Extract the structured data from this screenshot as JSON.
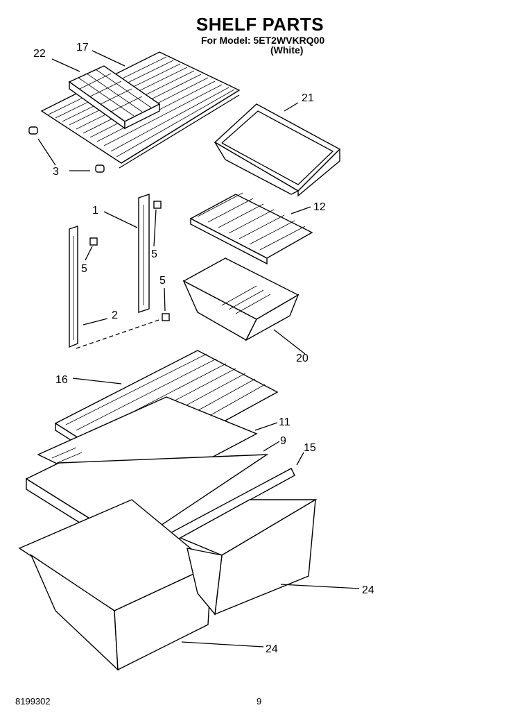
{
  "header": {
    "title": "SHELF PARTS",
    "model_line": "For Model: 5ET2WVKRQ00",
    "color_line": "(White)"
  },
  "callouts": {
    "c22": "22",
    "c17": "17",
    "c21": "21",
    "c3": "3",
    "c1": "1",
    "c12": "12",
    "c5a": "5",
    "c5b": "5",
    "c5c": "5",
    "c2": "2",
    "c20": "20",
    "c16": "16",
    "c11": "11",
    "c9": "9",
    "c15": "15",
    "c24a": "24",
    "c24b": "24"
  },
  "footer": {
    "doc_number": "8199302",
    "page_number": "9"
  }
}
